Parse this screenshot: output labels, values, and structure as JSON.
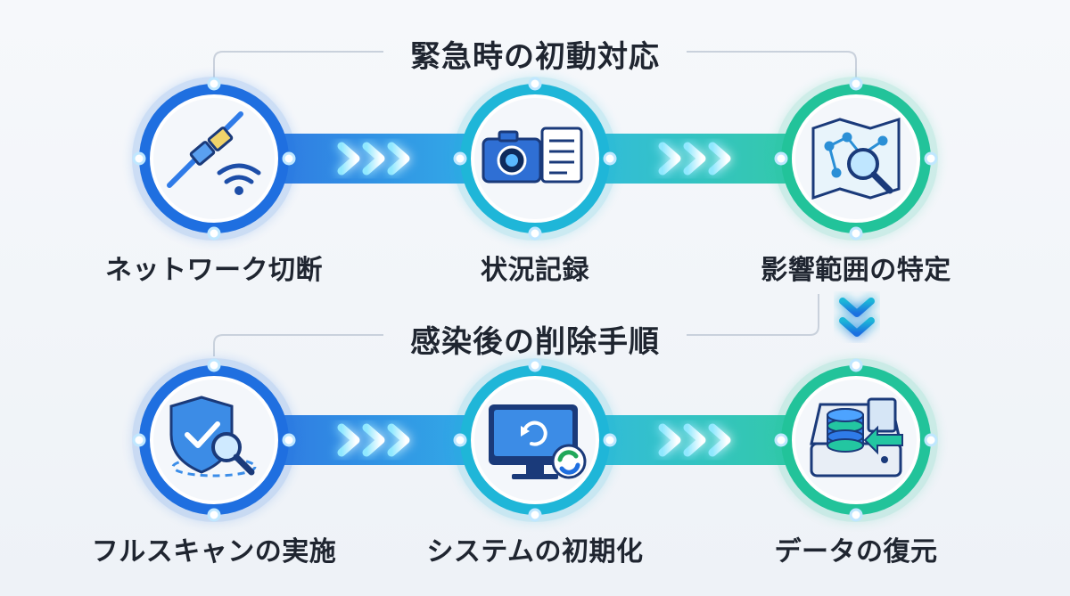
{
  "sections": [
    {
      "title": "緊急時の初動対応",
      "steps": [
        {
          "label": "ネットワーク切断",
          "icon": "network-disconnect-icon"
        },
        {
          "label": "状況記録",
          "icon": "camera-notes-icon"
        },
        {
          "label": "影響範囲の特定",
          "icon": "map-search-icon"
        }
      ]
    },
    {
      "title": "感染後の削除手順",
      "steps": [
        {
          "label": "フルスキャンの実施",
          "icon": "shield-scan-icon"
        },
        {
          "label": "システムの初期化",
          "icon": "monitor-reset-icon"
        },
        {
          "label": "データの復元",
          "icon": "data-restore-icon"
        }
      ]
    }
  ],
  "colors": {
    "blue": "#1f6fe0",
    "cyan": "#1fb6d8",
    "green": "#22c39a",
    "text": "#1f2530",
    "line": "#c9d1dc"
  }
}
